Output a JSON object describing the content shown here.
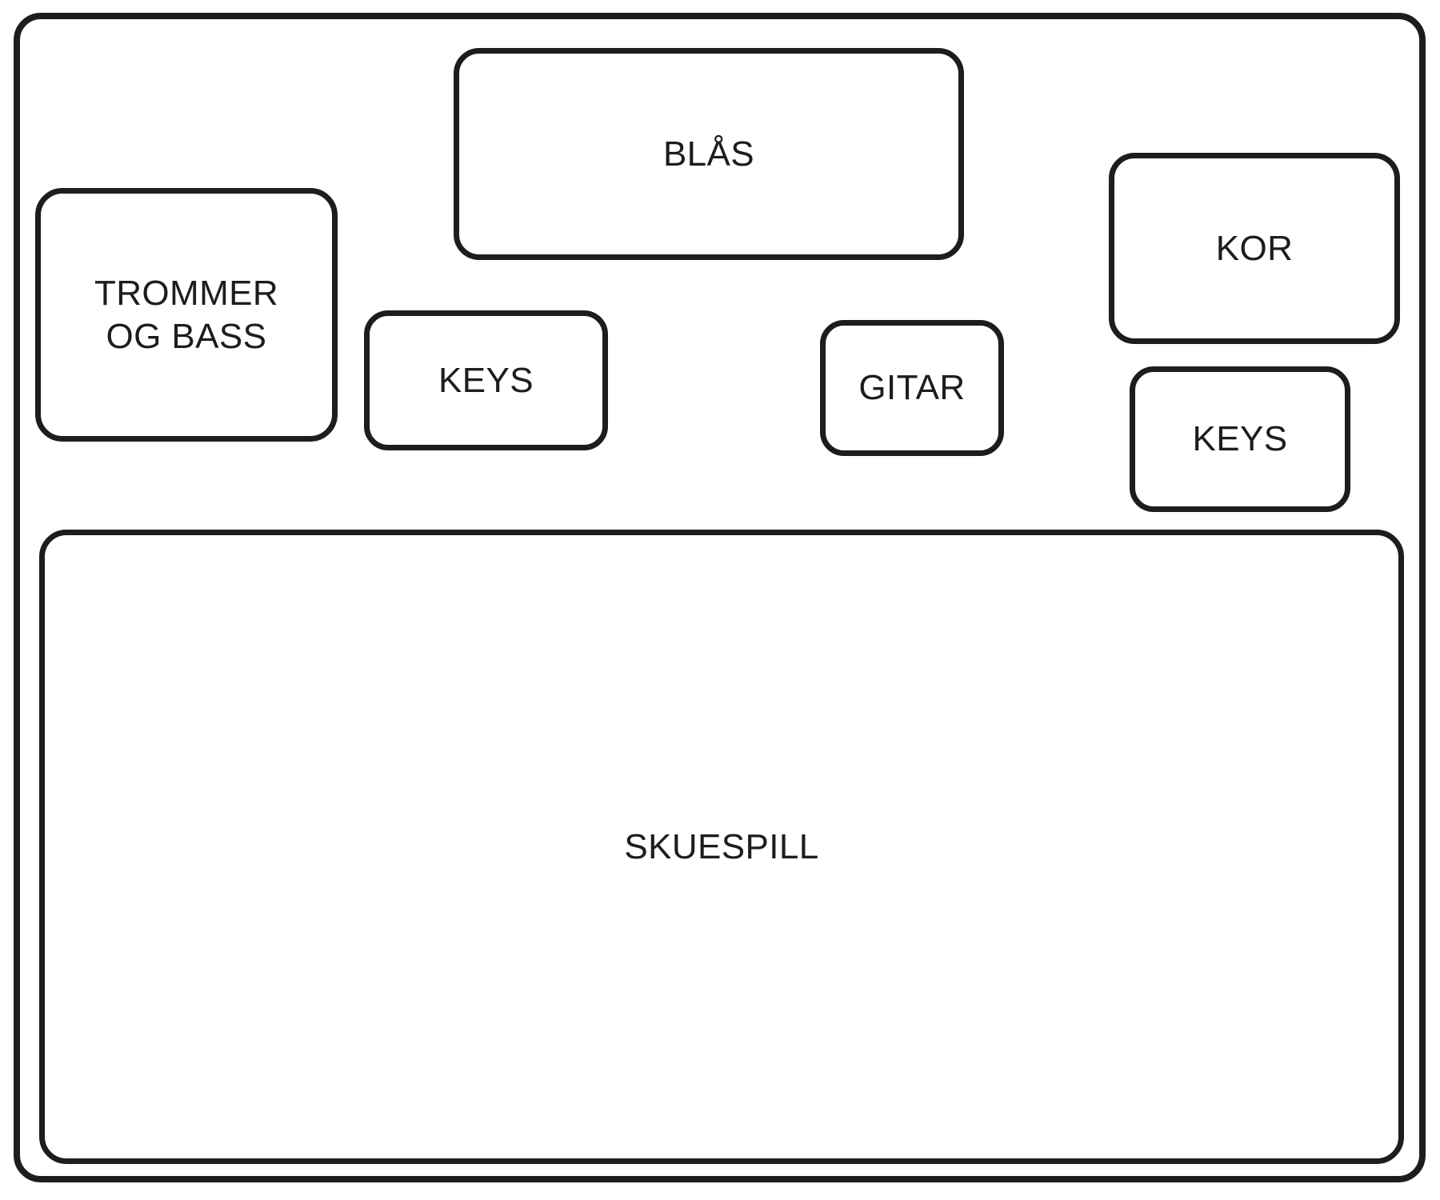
{
  "diagram": {
    "title": "Scene / stage plot",
    "type": "stage-plot",
    "background_color": "#ffffff",
    "line_color": "#1d1d1d",
    "text_color": "#1d1d1d",
    "outer_frame": {
      "name": "stage-outline",
      "label": ""
    },
    "zones": [
      {
        "id": "trommer-og-bass",
        "label": "TROMMER\nOG BASS"
      },
      {
        "id": "blas",
        "label": "BLÅS"
      },
      {
        "id": "kor",
        "label": "KOR"
      },
      {
        "id": "keys-left",
        "label": "KEYS"
      },
      {
        "id": "gitar",
        "label": "GITAR"
      },
      {
        "id": "keys-right",
        "label": "KEYS"
      },
      {
        "id": "skuespill",
        "label": "SKUESPILL"
      }
    ]
  }
}
